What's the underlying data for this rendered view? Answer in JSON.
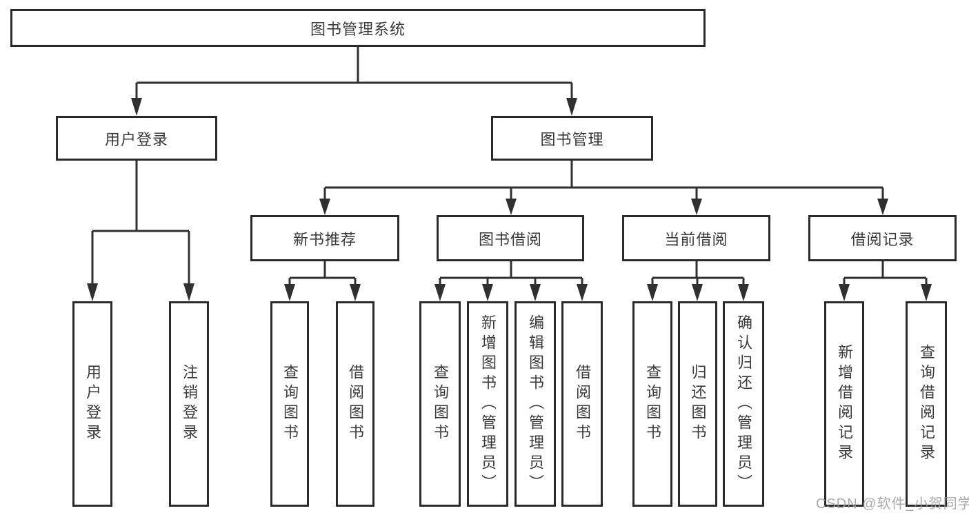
{
  "diagram": {
    "root": {
      "label": "图书管理系统"
    },
    "level2": [
      {
        "label": "用户登录",
        "children": [
          {
            "label": "用户登录"
          },
          {
            "label": "注销登录"
          }
        ]
      },
      {
        "label": "图书管理",
        "children": [
          {
            "label": "新书推荐",
            "children": [
              {
                "label": "查询图书"
              },
              {
                "label": "借阅图书"
              }
            ]
          },
          {
            "label": "图书借阅",
            "children": [
              {
                "label": "查询图书"
              },
              {
                "label": "新增图书（管理员）"
              },
              {
                "label": "编辑图书（管理员）"
              },
              {
                "label": "借阅图书"
              }
            ]
          },
          {
            "label": "当前借阅",
            "children": [
              {
                "label": "查询图书"
              },
              {
                "label": "归还图书"
              },
              {
                "label": "确认归还（管理员）"
              }
            ]
          },
          {
            "label": "借阅记录",
            "children": [
              {
                "label": "新增借阅记录"
              },
              {
                "label": "查询借阅记录"
              }
            ]
          }
        ]
      }
    ]
  },
  "watermark": {
    "text": "CSDN @软件_小贺同学"
  },
  "colors": {
    "line": "#303030",
    "border": "#2a2a2a",
    "text": "#3a3a3a",
    "watermark": "#9c9c9c"
  }
}
